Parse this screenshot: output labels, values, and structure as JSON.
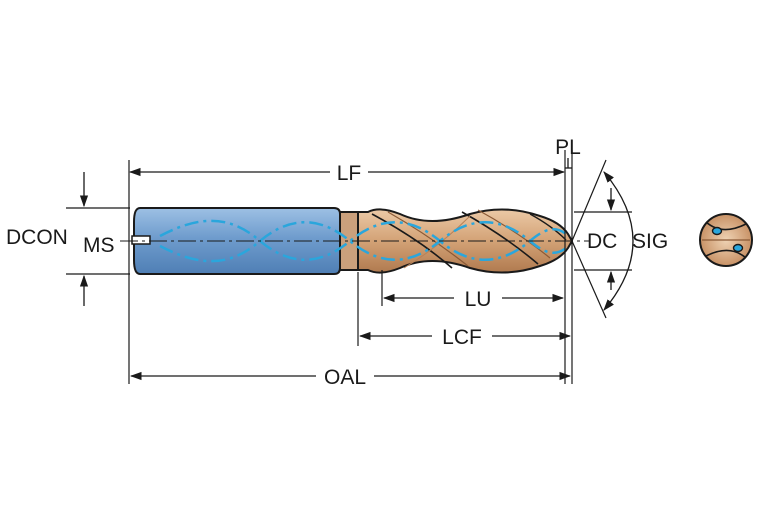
{
  "labels": {
    "lf": "LF",
    "pl": "PL",
    "dcon": "DCON",
    "ms": "MS",
    "dc": "DC",
    "sig": "SIG",
    "lu": "LU",
    "lcf": "LCF",
    "oal": "OAL"
  },
  "colors": {
    "shank": "#6f9ccd",
    "flute": "#d3a276",
    "flute_dark": "#b88258",
    "coolant": "#2aa6dc",
    "line": "#1a1a1a"
  }
}
